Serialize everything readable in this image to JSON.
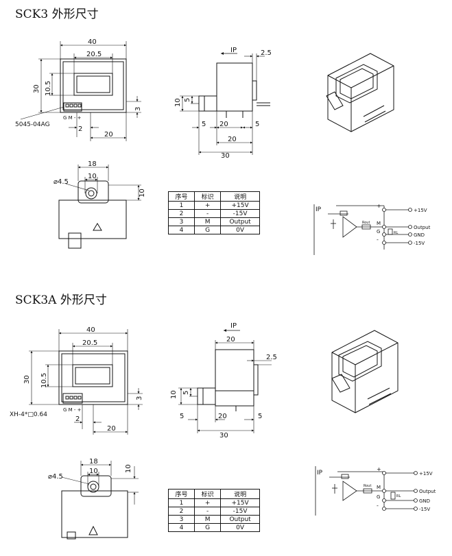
{
  "sections": [
    {
      "title": "SCK3 外形尺寸",
      "dims": {
        "w40": "40",
        "w20_5": "20.5",
        "h30": "30",
        "h10_5": "10.5",
        "connector": "5045-04AG",
        "pins": "G M - +",
        "d2": "2",
        "d20": "20",
        "d3": "3",
        "side_ip": "IP",
        "d2_5": "2.5",
        "s10": "10",
        "s5": "5",
        "s5b": "5",
        "s20": "20",
        "s5c": "5",
        "s20b": "20",
        "s30": "30",
        "t18": "18",
        "t10": "10",
        "hole": "⌀4.5",
        "t10v": "10"
      },
      "table": {
        "headers": [
          "序号",
          "标识",
          "说明"
        ],
        "rows": [
          [
            "1",
            "+",
            "+15V"
          ],
          [
            "2",
            "-",
            "-15V"
          ],
          [
            "3",
            "M",
            "Output"
          ],
          [
            "4",
            "G",
            "0V"
          ]
        ]
      },
      "circuit": {
        "ip": "IP",
        "plus": "+",
        "m": "M",
        "g": "G",
        "minus": "-",
        "rout": "Rout",
        "rl": "RL",
        "out1": "+15V",
        "out2": "Output",
        "out3": "GND",
        "out4": "-15V"
      }
    },
    {
      "title": "SCK3A 外形尺寸",
      "dims": {
        "w40": "40",
        "w20_5": "20.5",
        "h30": "30",
        "h10_5": "10.5",
        "connector": "XH-4*□0.64",
        "pins": "G M - +",
        "d2": "2",
        "d20": "20",
        "d3": "3",
        "side_ip": "IP",
        "d2_5": "2.5",
        "s10": "10",
        "s5": "5",
        "s5b": "5",
        "s20": "20",
        "s5c": "5",
        "s20b": "20",
        "s30": "30",
        "t18": "18",
        "t10": "10",
        "hole": "⌀4.5",
        "t10v": "10"
      },
      "table": {
        "headers": [
          "序号",
          "标识",
          "说明"
        ],
        "rows": [
          [
            "1",
            "+",
            "+15V"
          ],
          [
            "2",
            "-",
            "-15V"
          ],
          [
            "3",
            "M",
            "Output"
          ],
          [
            "4",
            "G",
            "0V"
          ]
        ]
      },
      "circuit": {
        "ip": "IP",
        "plus": "+",
        "m": "M",
        "g": "G",
        "minus": "-",
        "rout": "Rout",
        "rl": "RL",
        "out1": "+15V",
        "out2": "Output",
        "out3": "GND",
        "out4": "-15V"
      }
    }
  ]
}
